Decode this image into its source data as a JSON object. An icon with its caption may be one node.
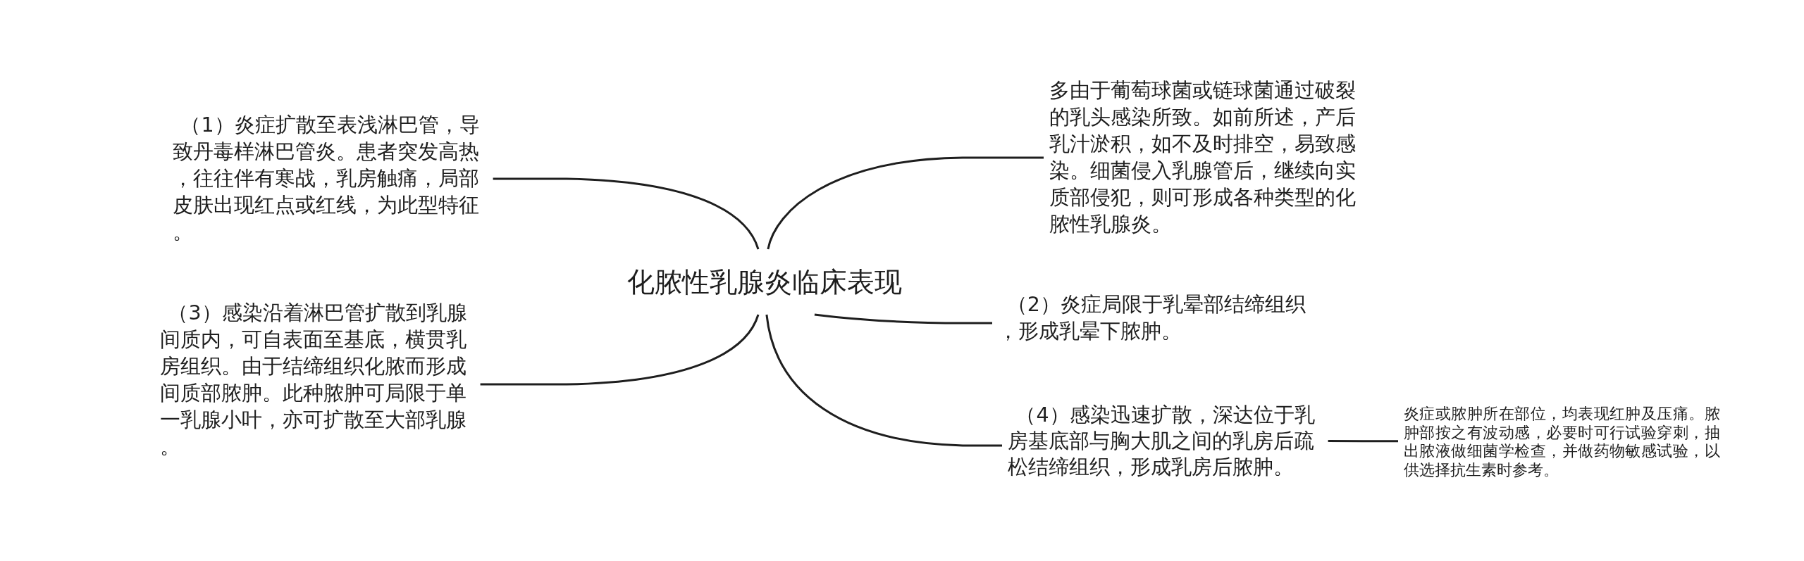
{
  "diagram": {
    "nodes": [
      {
        "text": [
          "化脓性乳腺炎临床表现"
        ]
      },
      {
        "text": [
          "多由于葡萄球菌或链球菌通过破裂的乳头感染所致。如前所述，产后乳汁淤积，如不及时排空，易致感染。细菌侵入乳腺管后，继续向实质部侵犯，则可形成各种类型的化脓性乳腺炎。"
        ]
      },
      {
        "text": [
          "（1）炎症扩散至表浅淋巴管，导致丹毒样淋巴管炎。患者突发高热，往往伴有寒战，乳房触痛，局部皮肤出现红点或红线，为此型特征。"
        ]
      },
      {
        "text": [
          "（2）炎症局限于乳晕部结缔组织，形成乳晕下脓肿。"
        ]
      },
      {
        "text": [
          "（3）感染沿着淋巴管扩散到乳腺间质内，可自表面至基底，横贯乳房组织。由于结缔组织化脓而形成间质部脓肿。此种脓肿可局限于单一乳腺小叶，亦可扩散至大部乳腺。"
        ]
      },
      {
        "text": [
          "（4）感染迅速扩散，深达位于乳房基底部与胸大肌之间的乳房后疏松结缔组织，形成乳房后脓肿。"
        ]
      },
      {
        "text": [
          "炎症或脓肿所在部位，均表现红肿及压痛。脓肿部按之有波动感，必要时可行试验穿刺，抽出脓液做细菌学检查，并做药物敏感试验，以供选择抗生素时参考。"
        ]
      }
    ],
    "edges": [
      {
        "from": 0,
        "to": 1,
        "arrow": "none"
      },
      {
        "from": 0,
        "to": 2,
        "arrow": "none"
      },
      {
        "from": 0,
        "to": 3,
        "arrow": "none"
      },
      {
        "from": 0,
        "to": 4,
        "arrow": "none"
      },
      {
        "from": 0,
        "to": 5,
        "arrow": "none"
      },
      {
        "from": 5,
        "to": 6,
        "arrow": "none"
      }
    ]
  }
}
